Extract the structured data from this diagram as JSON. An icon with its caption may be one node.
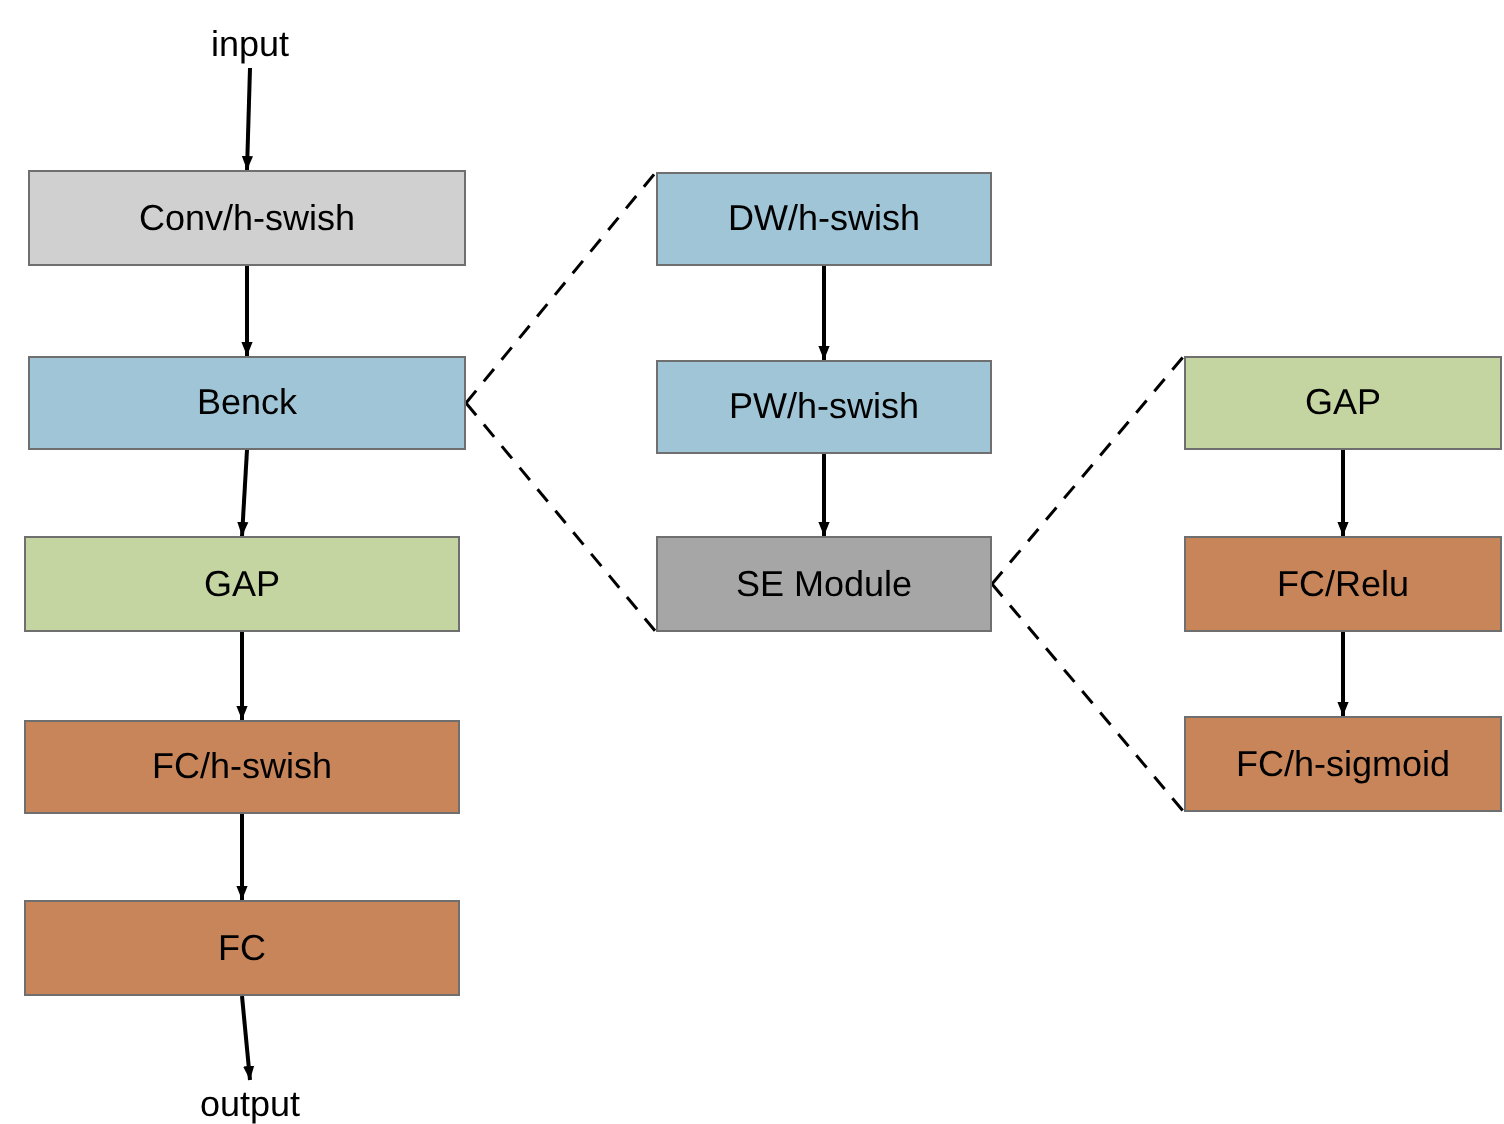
{
  "diagram": {
    "nodes": [
      {
        "text": [
          "input"
        ]
      },
      {
        "text": [
          "Conv/h-swish"
        ]
      },
      {
        "text": [
          "Benck"
        ]
      },
      {
        "text": [
          "GAP"
        ]
      },
      {
        "text": [
          "FC/h-swish"
        ]
      },
      {
        "text": [
          "FC"
        ]
      },
      {
        "text": [
          "output"
        ]
      },
      {
        "text": [
          "DW/h-swish"
        ]
      },
      {
        "text": [
          "PW/h-swish"
        ]
      },
      {
        "text": [
          "SE Module"
        ]
      },
      {
        "text": [
          "GAP"
        ]
      },
      {
        "text": [
          "FC/Relu"
        ]
      },
      {
        "text": [
          "FC/h-sigmoid"
        ]
      }
    ],
    "edges": [
      {
        "from": 0,
        "to": 1,
        "arrow": "to"
      },
      {
        "from": 1,
        "to": 2,
        "arrow": "to"
      },
      {
        "from": 2,
        "to": 3,
        "arrow": "to"
      },
      {
        "from": 3,
        "to": 4,
        "arrow": "to"
      },
      {
        "from": 4,
        "to": 5,
        "arrow": "to"
      },
      {
        "from": 5,
        "to": 6,
        "arrow": "to"
      },
      {
        "from": 7,
        "to": 8,
        "arrow": "to"
      },
      {
        "from": 8,
        "to": 9,
        "arrow": "to"
      },
      {
        "from": 10,
        "to": 11,
        "arrow": "to"
      },
      {
        "from": 11,
        "to": 12,
        "arrow": "to"
      },
      {
        "from": 2,
        "to": 7,
        "arrow": "none",
        "style": "dashed"
      },
      {
        "from": 2,
        "to": 9,
        "arrow": "none",
        "style": "dashed"
      },
      {
        "from": 9,
        "to": 10,
        "arrow": "none",
        "style": "dashed"
      },
      {
        "from": 9,
        "to": 12,
        "arrow": "none",
        "style": "dashed"
      }
    ]
  }
}
